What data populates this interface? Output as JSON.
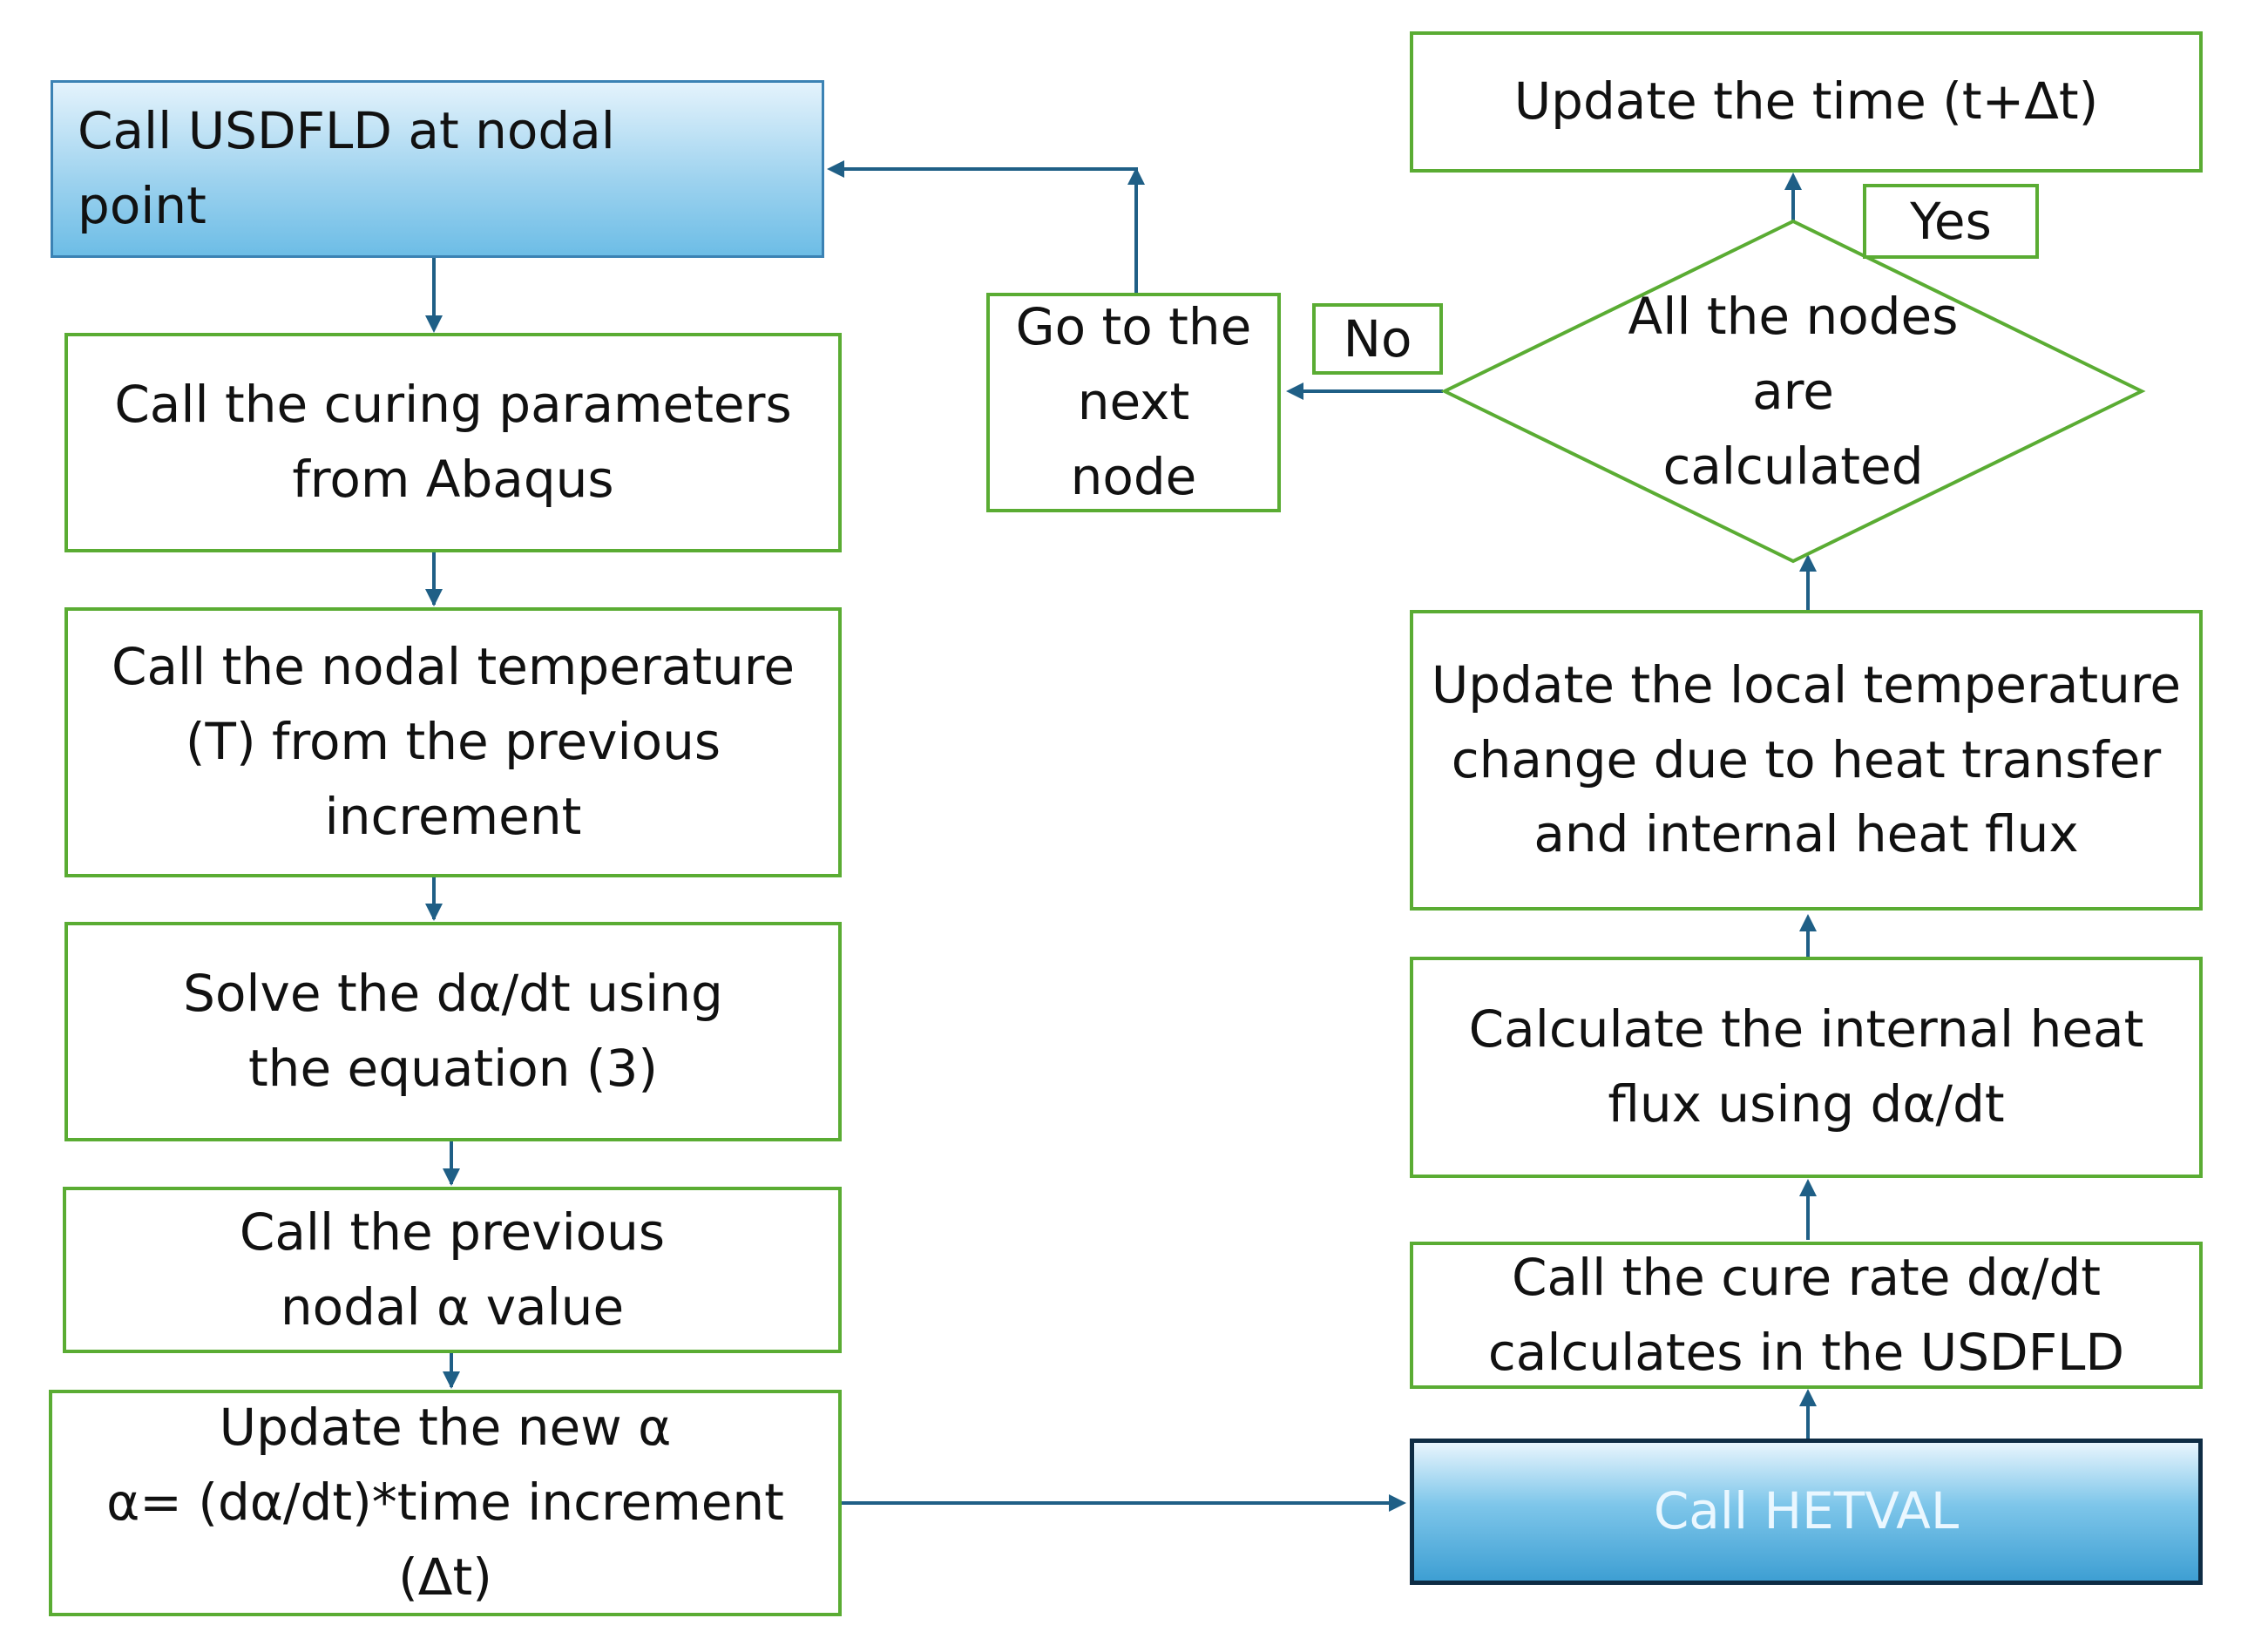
{
  "colors": {
    "box_border": "#5aac33",
    "arrow": "#1f5f86",
    "start_fill": "#7ec6ea",
    "hetval_border": "#0e2c44"
  },
  "nodes": {
    "call_usdfld": "Call USDFLD at nodal point",
    "curing_params": "Call the curing parameters from Abaqus",
    "nodal_temperature": "Call the nodal temperature (T) from the previous increment",
    "solve_rate": "Solve the dα/dt using the equation (3)",
    "previous_alpha": "Call the previous nodal α value",
    "update_alpha_line1": "Update the new α",
    "update_alpha_line2": "α= (dα/dt)*time increment (Δt)",
    "call_hetval": "Call HETVAL",
    "cure_rate": "Call the cure rate dα/dt calculates in the USDFLD",
    "internal_heat_flux": "Calculate the internal heat flux using dα/dt",
    "local_temperature": "Update the local temperature change due to heat transfer and internal heat flux",
    "all_nodes_calculated": "All the nodes are calculated",
    "next_node": "Go to the next node",
    "update_time": "Update the time (t+Δt)"
  },
  "edge_labels": {
    "yes": "Yes",
    "no": "No"
  }
}
